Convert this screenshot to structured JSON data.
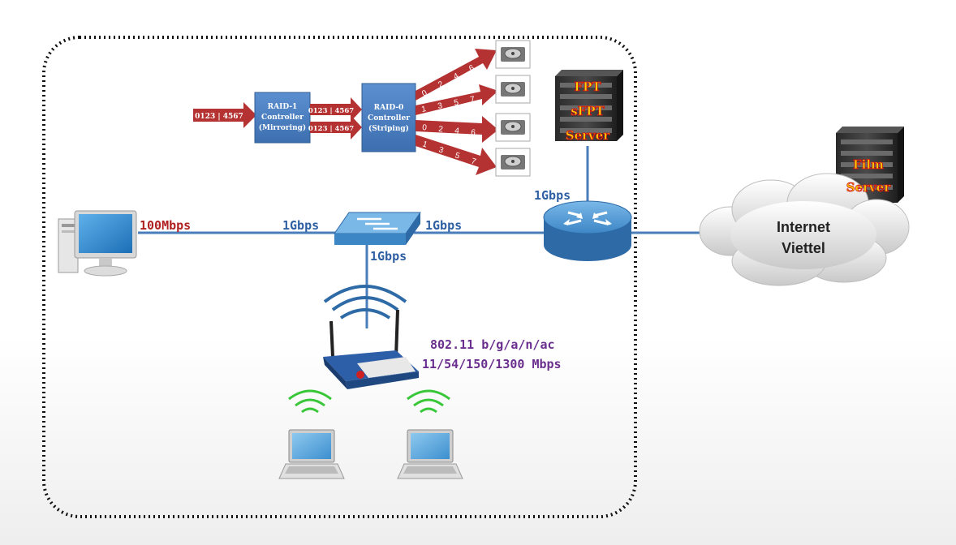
{
  "raid": {
    "input_label": "0123 | 4567",
    "raid1": {
      "line1": "RAID-1",
      "line2": "Controller",
      "line3": "(Mirroring)"
    },
    "mirror_outputs": [
      "0123 | 4567",
      "0123 | 4567"
    ],
    "raid0": {
      "line1": "RAID-0",
      "line2": "Controller",
      "line3": "(Striping)"
    },
    "stripes": [
      [
        "0",
        "2",
        "4",
        "6"
      ],
      [
        "1",
        "3",
        "5",
        "7"
      ],
      [
        "0",
        "2",
        "4",
        "6"
      ],
      [
        "1",
        "3",
        "5",
        "7"
      ]
    ]
  },
  "links": {
    "pc_link": "100Mbps",
    "switch_left": "1Gbps",
    "switch_right": "1Gbps",
    "switch_down": "1Gbps",
    "router_up": "1Gbps"
  },
  "ftp_server": {
    "line1": "FPT",
    "line2": "sFPT",
    "line3": "Server"
  },
  "film_server": {
    "line1": "Film",
    "line2": "Server"
  },
  "internet": {
    "line1": "Internet",
    "line2": "Viettel"
  },
  "wifi": {
    "line1": "802.11 b/g/a/n/ac",
    "line2": "11/54/150/1300 Mbps"
  },
  "colors": {
    "link_line": "#4a7ebb",
    "link_label": "#2e5fa3",
    "pc_link_label": "#b02020",
    "wifi_label": "#6a2f8e",
    "raid_box": "#4a7ebb",
    "raid_arrow": "#b53232",
    "server_text": "#f5d100",
    "server_glow": "#d01010"
  }
}
